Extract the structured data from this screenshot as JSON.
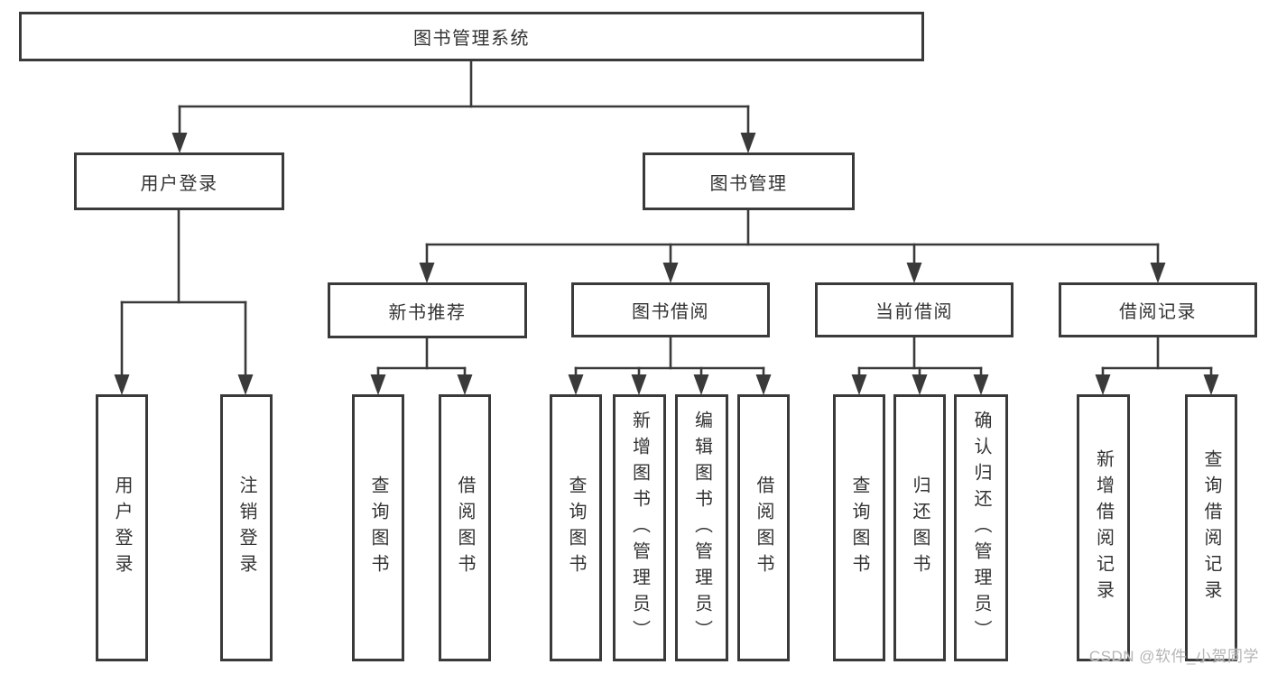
{
  "diagram": {
    "title": "图书管理系统",
    "nodes": [
      {
        "id": "root",
        "label": "图书管理系统",
        "parent": null
      },
      {
        "id": "login",
        "label": "用户登录",
        "parent": "root"
      },
      {
        "id": "book_mgmt",
        "label": "图书管理",
        "parent": "root"
      },
      {
        "id": "new_book",
        "label": "新书推荐",
        "parent": "book_mgmt"
      },
      {
        "id": "book_borrow",
        "label": "图书借阅",
        "parent": "book_mgmt"
      },
      {
        "id": "current_borrow",
        "label": "当前借阅",
        "parent": "book_mgmt"
      },
      {
        "id": "borrow_records",
        "label": "借阅记录",
        "parent": "book_mgmt"
      },
      {
        "id": "leaf_user_login",
        "label": "用户登录",
        "parent": "login"
      },
      {
        "id": "leaf_logout",
        "label": "注销登录",
        "parent": "login"
      },
      {
        "id": "leaf_nb_query",
        "label": "查询图书",
        "parent": "new_book"
      },
      {
        "id": "leaf_nb_borrow",
        "label": "借阅图书",
        "parent": "new_book"
      },
      {
        "id": "leaf_bb_query",
        "label": "查询图书",
        "parent": "book_borrow"
      },
      {
        "id": "leaf_bb_add",
        "label": "新增图书（管理员）",
        "parent": "book_borrow"
      },
      {
        "id": "leaf_bb_edit",
        "label": "编辑图书（管理员）",
        "parent": "book_borrow"
      },
      {
        "id": "leaf_bb_borrow",
        "label": "借阅图书",
        "parent": "book_borrow"
      },
      {
        "id": "leaf_cb_query",
        "label": "查询图书",
        "parent": "current_borrow"
      },
      {
        "id": "leaf_cb_return",
        "label": "归还图书",
        "parent": "current_borrow"
      },
      {
        "id": "leaf_cb_confirm",
        "label": "确认归还（管理员）",
        "parent": "current_borrow"
      },
      {
        "id": "leaf_rec_add",
        "label": "新增借阅记录",
        "parent": "borrow_records"
      },
      {
        "id": "leaf_rec_query",
        "label": "查询借阅记录",
        "parent": "borrow_records"
      }
    ],
    "watermark": {
      "text": "CSDN @软件_小贺同学"
    },
    "colors": {
      "line": "#3a3a3a",
      "text": "#333333",
      "watermark": "#b5b5b5",
      "background": "#ffffff"
    }
  }
}
